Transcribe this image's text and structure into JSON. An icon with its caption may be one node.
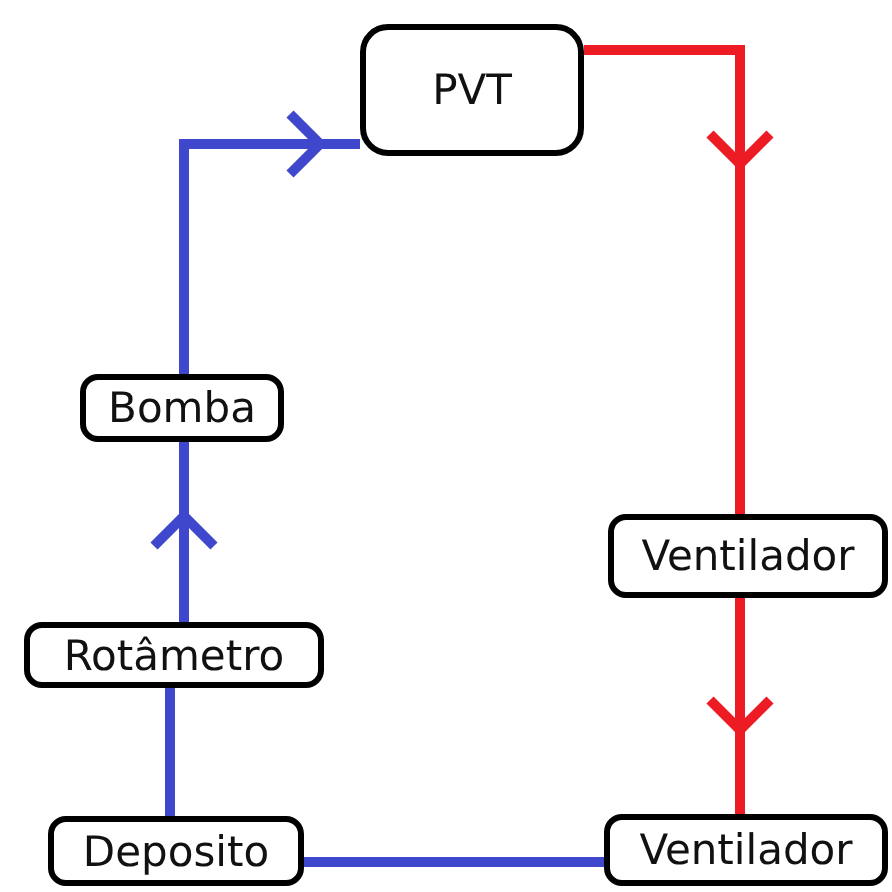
{
  "diagram": {
    "nodes": [
      {
        "text": [
          "PVT"
        ]
      },
      {
        "text": [
          "Bomba"
        ]
      },
      {
        "text": [
          "Rotâmetro"
        ]
      },
      {
        "text": [
          "Deposito"
        ]
      },
      {
        "text": [
          "Ventilador"
        ]
      },
      {
        "text": [
          "Ventilador"
        ]
      }
    ],
    "edges": [
      {
        "from": 1,
        "to": 0,
        "arrow": "to"
      },
      {
        "from": 2,
        "to": 1,
        "arrow": "to"
      },
      {
        "from": 3,
        "to": 2,
        "arrow": "none"
      },
      {
        "from": 5,
        "to": 3,
        "arrow": "none"
      },
      {
        "from": 0,
        "to": 4,
        "arrow": "to",
        "color": "#ed1c24"
      },
      {
        "from": 4,
        "to": 5,
        "arrow": "to",
        "color": "#ed1c24"
      }
    ]
  }
}
